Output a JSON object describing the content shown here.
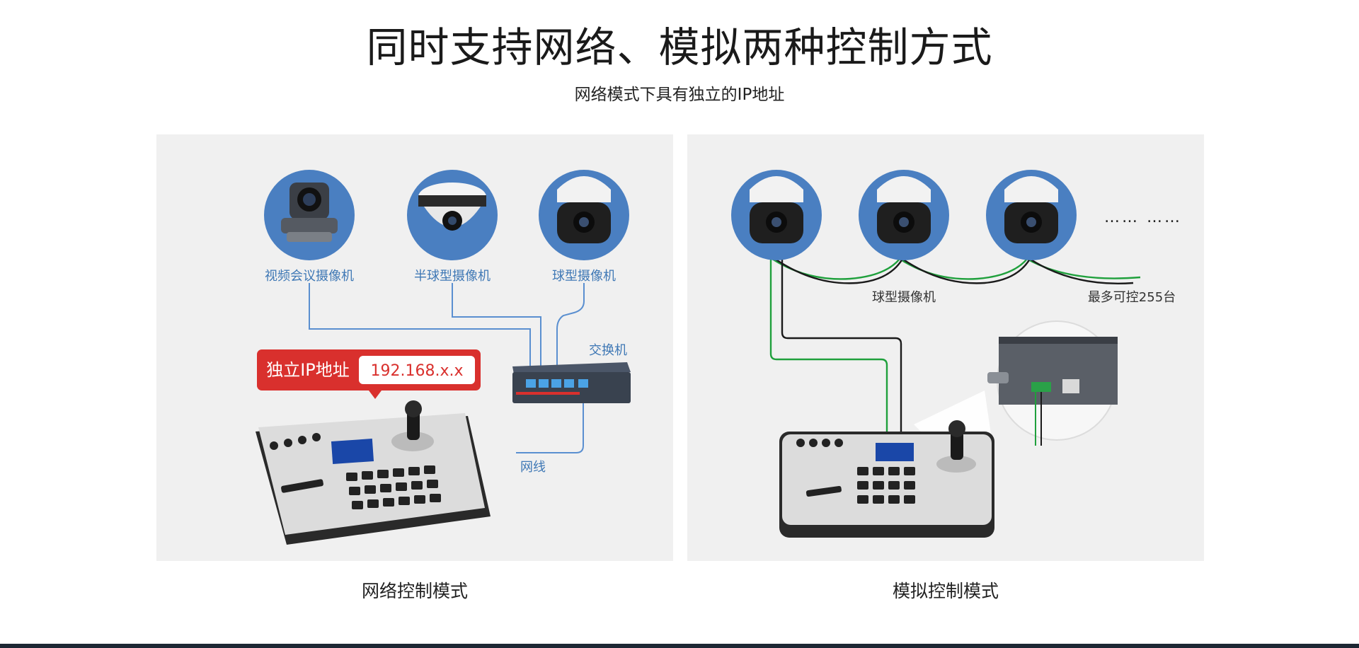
{
  "title": "同时支持网络、模拟两种控制方式",
  "subtitle": "网络模式下具有独立的IP地址",
  "network_panel": {
    "caption": "网络控制模式",
    "camera_labels": [
      "视频会议摄像机",
      "半球型摄像机",
      "球型摄像机"
    ],
    "switch_label": "交换机",
    "cable_label": "网线",
    "ip_badge": {
      "label": "独立IP地址",
      "value": "192.168.x.x"
    }
  },
  "analog_panel": {
    "caption": "模拟控制模式",
    "camera_label": "球型摄像机",
    "max_label": "最多可控255台",
    "ellipsis": "…… ……"
  },
  "colors": {
    "camera_circle": "#4a7fc1",
    "line_blue": "#5a8fd0",
    "badge_red": "#d9302d",
    "wire_green": "#1fa03c",
    "wire_black": "#1a1a1a"
  }
}
